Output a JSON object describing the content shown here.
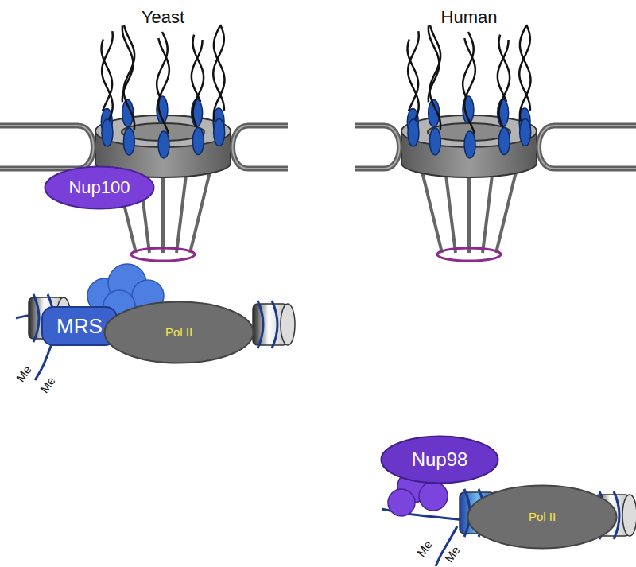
{
  "diagram": {
    "nodes": [
      {
        "text": [
          "Nup100"
        ]
      },
      {
        "text": [
          "MRS"
        ]
      },
      {
        "text": [
          "Pol II"
        ]
      },
      {
        "text": [
          "Nup98"
        ]
      },
      {
        "text": [
          "Pol II"
        ]
      }
    ],
    "labels": [
      "Yeast",
      "Human",
      "Me",
      "Me",
      "Me",
      "Me"
    ]
  }
}
